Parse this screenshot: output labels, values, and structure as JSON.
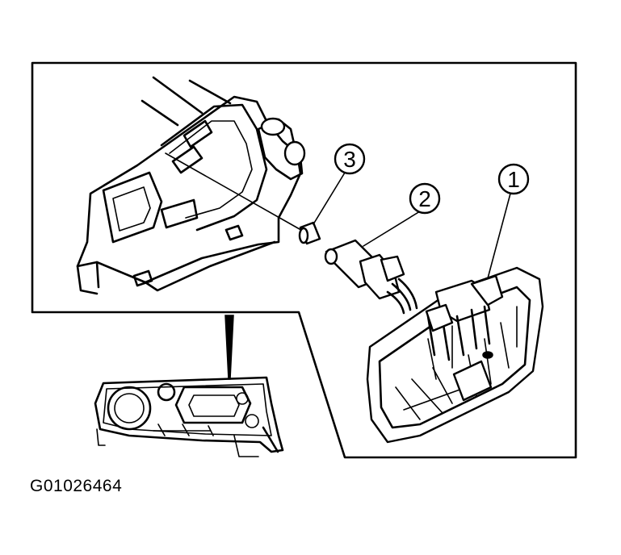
{
  "figure_id": "G01026464",
  "callouts": [
    {
      "number": "1"
    },
    {
      "number": "2"
    },
    {
      "number": "3"
    }
  ]
}
